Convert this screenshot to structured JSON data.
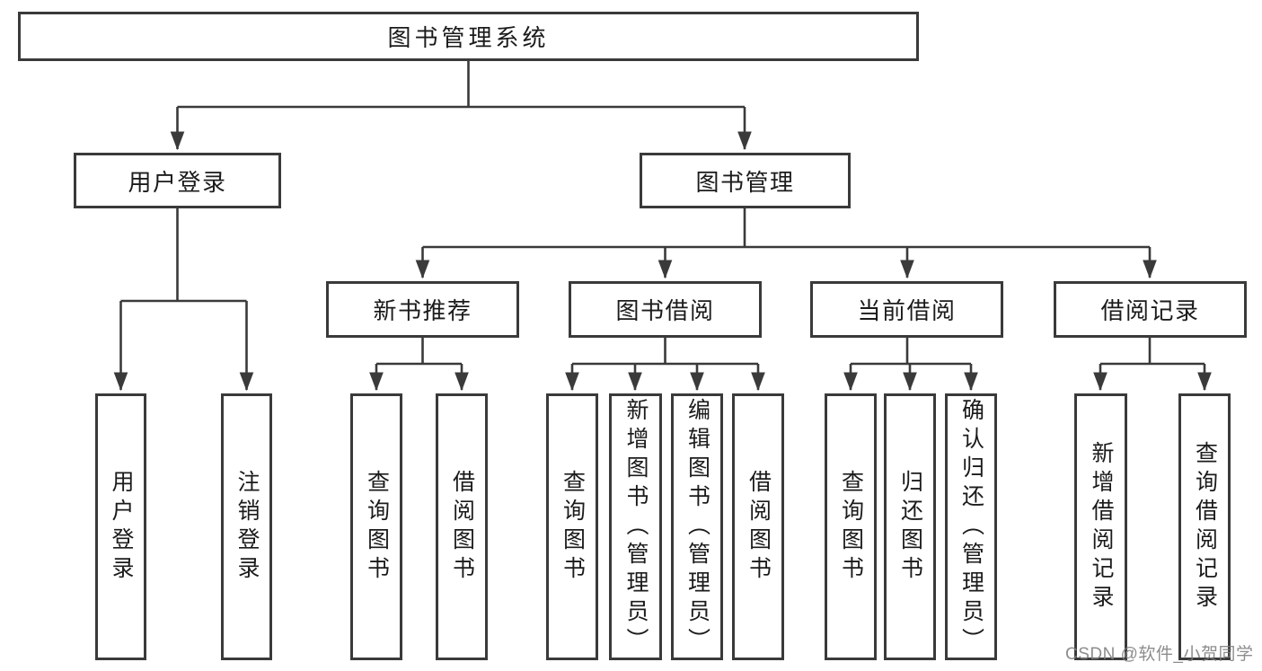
{
  "diagram": {
    "type": "tree",
    "colors": {
      "line": "#3a3a3a",
      "text": "#1b1b1b",
      "box_background": "#ffffff",
      "watermark": "#7d7d7d"
    },
    "root": {
      "label": "图书管理系统"
    },
    "level2": {
      "user_login": {
        "label": "用户登录"
      },
      "book_mgmt": {
        "label": "图书管理"
      }
    },
    "level3": {
      "new_book_rec": {
        "label": "新书推荐"
      },
      "book_borrow": {
        "label": "图书借阅"
      },
      "current_borrow": {
        "label": "当前借阅"
      },
      "borrow_records": {
        "label": "借阅记录"
      }
    },
    "leaves": {
      "login": {
        "label": "用户登录",
        "parent": "用户登录"
      },
      "logout": {
        "label": "注销登录",
        "parent": "用户登录"
      },
      "nbr_query": {
        "label": "查询图书",
        "parent": "新书推荐"
      },
      "nbr_borrow": {
        "label": "借阅图书",
        "parent": "新书推荐"
      },
      "bb_query": {
        "label": "查询图书",
        "parent": "图书借阅"
      },
      "bb_add": {
        "label": "新增图书（管理员）",
        "parent": "图书借阅"
      },
      "bb_edit": {
        "label": "编辑图书（管理员）",
        "parent": "图书借阅"
      },
      "bb_borrow": {
        "label": "借阅图书",
        "parent": "图书借阅"
      },
      "cb_query": {
        "label": "查询图书",
        "parent": "当前借阅"
      },
      "cb_return": {
        "label": "归还图书",
        "parent": "当前借阅"
      },
      "cb_confirm": {
        "label": "确认归还（管理员）",
        "parent": "当前借阅"
      },
      "br_add": {
        "label": "新增借阅记录",
        "parent": "借阅记录"
      },
      "br_query": {
        "label": "查询借阅记录",
        "parent": "借阅记录"
      }
    },
    "watermark": "CSDN @软件_小贺同学"
  }
}
